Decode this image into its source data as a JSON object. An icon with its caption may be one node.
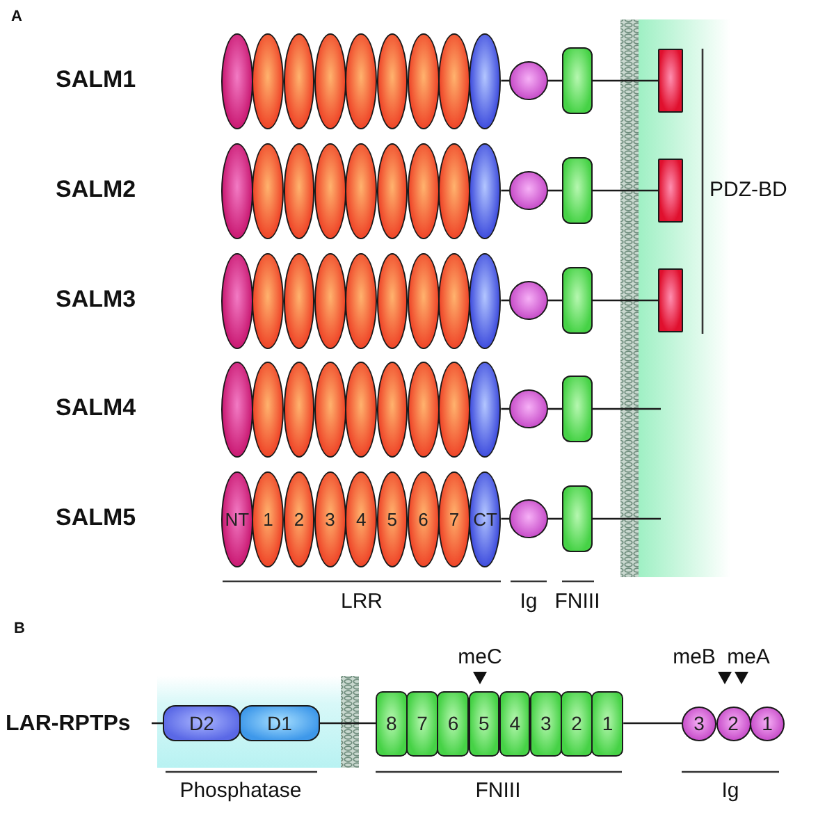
{
  "diagram": {
    "nodes": [
      {
        "text": [],
        "shape": "ellipse"
      },
      {
        "text": [],
        "shape": "ellipse"
      },
      {
        "text": [],
        "shape": "ellipse"
      },
      {
        "text": [],
        "shape": "ellipse"
      },
      {
        "text": [],
        "shape": "ellipse"
      },
      {
        "text": [],
        "shape": "ellipse"
      },
      {
        "text": [],
        "shape": "ellipse"
      },
      {
        "text": [],
        "shape": "ellipse"
      },
      {
        "text": [],
        "shape": "ellipse"
      },
      {
        "text": [],
        "shape": "circle"
      },
      {
        "text": [],
        "shape": "box"
      },
      {
        "text": [],
        "shape": "box"
      },
      {
        "text": [],
        "shape": "ellipse"
      },
      {
        "text": [],
        "shape": "ellipse"
      },
      {
        "text": [],
        "shape": "ellipse"
      },
      {
        "text": [],
        "shape": "ellipse"
      },
      {
        "text": [],
        "shape": "ellipse"
      },
      {
        "text": [],
        "shape": "ellipse"
      },
      {
        "text": [],
        "shape": "ellipse"
      },
      {
        "text": [],
        "shape": "ellipse"
      },
      {
        "text": [],
        "shape": "ellipse"
      },
      {
        "text": [],
        "shape": "circle"
      },
      {
        "text": [],
        "shape": "box"
      },
      {
        "text": [],
        "shape": "box"
      },
      {
        "text": [],
        "shape": "ellipse"
      },
      {
        "text": [],
        "shape": "ellipse"
      },
      {
        "text": [],
        "shape": "ellipse"
      },
      {
        "text": [],
        "shape": "ellipse"
      },
      {
        "text": [],
        "shape": "ellipse"
      },
      {
        "text": [],
        "shape": "ellipse"
      },
      {
        "text": [],
        "shape": "ellipse"
      },
      {
        "text": [],
        "shape": "ellipse"
      },
      {
        "text": [],
        "shape": "ellipse"
      },
      {
        "text": [],
        "shape": "circle"
      },
      {
        "text": [],
        "shape": "box"
      },
      {
        "text": [],
        "shape": "box"
      },
      {
        "text": [],
        "shape": "ellipse"
      },
      {
        "text": [],
        "shape": "ellipse"
      },
      {
        "text": [],
        "shape": "ellipse"
      },
      {
        "text": [],
        "shape": "ellipse"
      },
      {
        "text": [],
        "shape": "ellipse"
      },
      {
        "text": [],
        "shape": "ellipse"
      },
      {
        "text": [],
        "shape": "ellipse"
      },
      {
        "text": [],
        "shape": "ellipse"
      },
      {
        "text": [],
        "shape": "ellipse"
      },
      {
        "text": [],
        "shape": "circle"
      },
      {
        "text": [],
        "shape": "box"
      },
      {
        "text": [
          "NT"
        ]
      },
      {
        "text": [
          "1"
        ]
      },
      {
        "text": [
          "2"
        ]
      },
      {
        "text": [
          "3"
        ]
      },
      {
        "text": [
          "4"
        ]
      },
      {
        "text": [
          "5"
        ]
      },
      {
        "text": [
          "6"
        ]
      },
      {
        "text": [
          "7"
        ]
      },
      {
        "text": [
          "CT"
        ]
      },
      {
        "text": [],
        "shape": "circle"
      },
      {
        "text": [],
        "shape": "box"
      },
      {
        "text": [
          "D2"
        ]
      },
      {
        "text": [
          "D1"
        ]
      },
      {
        "text": [
          "8"
        ]
      },
      {
        "text": [
          "7"
        ]
      },
      {
        "text": [
          "6"
        ]
      },
      {
        "text": [
          "5"
        ]
      },
      {
        "text": [
          "4"
        ]
      },
      {
        "text": [
          "3"
        ]
      },
      {
        "text": [
          "2"
        ]
      },
      {
        "text": [
          "1"
        ]
      },
      {
        "text": [
          "3"
        ]
      },
      {
        "text": [
          "2"
        ]
      },
      {
        "text": [
          "1"
        ]
      }
    ],
    "edges": [
      {
        "from": 8,
        "to": 9,
        "arrow": "none"
      },
      {
        "from": 9,
        "to": 10,
        "arrow": "none"
      },
      {
        "from": 10,
        "to": 11,
        "arrow": "none"
      },
      {
        "from": 20,
        "to": 21,
        "arrow": "none"
      },
      {
        "from": 21,
        "to": 22,
        "arrow": "none"
      },
      {
        "from": 22,
        "to": 23,
        "arrow": "none"
      },
      {
        "from": 32,
        "to": 33,
        "arrow": "none"
      },
      {
        "from": 33,
        "to": 34,
        "arrow": "none"
      },
      {
        "from": 34,
        "to": 35,
        "arrow": "none"
      },
      {
        "from": 44,
        "to": 45,
        "arrow": "none"
      },
      {
        "from": 45,
        "to": 46,
        "arrow": "none"
      },
      {
        "from": 46,
        "to": null,
        "arrow": "none"
      },
      {
        "from": 55,
        "to": 56,
        "arrow": "none"
      },
      {
        "from": 56,
        "to": 57,
        "arrow": "none"
      },
      {
        "from": 57,
        "to": null,
        "arrow": "none"
      },
      {
        "from": null,
        "to": 58,
        "arrow": "none"
      },
      {
        "from": 59,
        "to": 60,
        "arrow": "none"
      },
      {
        "from": 67,
        "to": 68,
        "arrow": "none"
      }
    ],
    "labels": [
      "A",
      "SALM1",
      "SALM2",
      "PDZ-BD",
      "SALM3",
      "SALM4",
      "SALM5",
      "LRR",
      "Ig",
      "FNIII",
      "B",
      "meC",
      "meB",
      "meA",
      "LAR-RPTPs",
      "Phosphatase",
      "FNIII",
      "Ig"
    ]
  }
}
